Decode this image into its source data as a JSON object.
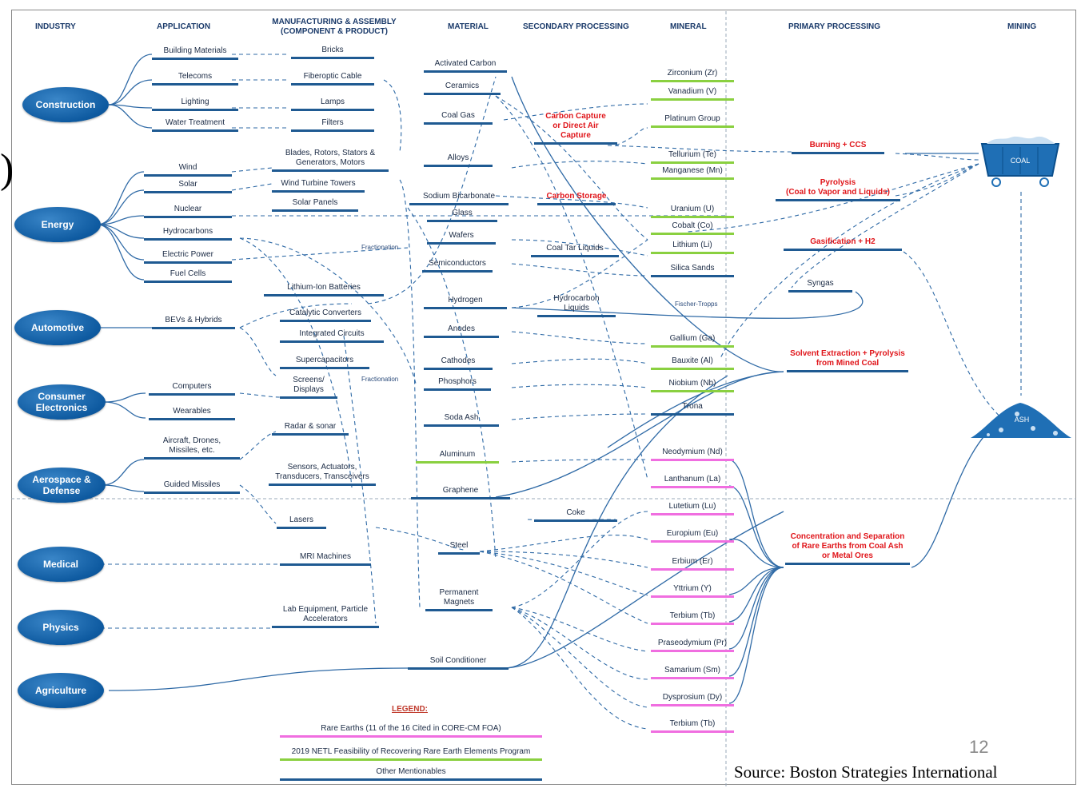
{
  "headers": {
    "industry": "INDUSTRY",
    "application": "APPLICATION",
    "manufacturing": "MANUFACTURING & ASSEMBLY\n(COMPONENT & PRODUCT)",
    "material": "MATERIAL",
    "secondary": "SECONDARY PROCESSING",
    "mineral": "MINERAL",
    "primary": "PRIMARY PROCESSING",
    "mining": "MINING"
  },
  "industries": {
    "construction": "Construction",
    "energy": "Energy",
    "automotive": "Automotive",
    "consumer": "Consumer Electronics",
    "aerospace": "Aerospace & Defense",
    "medical": "Medical",
    "physics": "Physics",
    "agriculture": "Agriculture"
  },
  "applications": {
    "building_materials": "Building Materials",
    "telecoms": "Telecoms",
    "lighting": "Lighting",
    "water_treatment": "Water Treatment",
    "wind": "Wind",
    "solar": "Solar",
    "nuclear": "Nuclear",
    "hydrocarbons": "Hydrocarbons",
    "electric_power": "Electric Power",
    "fuel_cells": "Fuel Cells",
    "bevs": "BEVs & Hybrids",
    "computers": "Computers",
    "wearables": "Wearables",
    "aircraft": "Aircraft, Drones,\nMissiles, etc.",
    "guided_missiles": "Guided Missiles"
  },
  "manufacturing": {
    "bricks": "Bricks",
    "fiberoptic": "Fiberoptic Cable",
    "lamps": "Lamps",
    "filters": "Filters",
    "blades": "Blades, Rotors, Stators  &\nGenerators, Motors",
    "towers": "Wind Turbine Towers",
    "solar_panels": "Solar Panels",
    "li_batteries": "Lithium-Ion Batteries",
    "catalytic": "Catalytic Converters",
    "ics": "Integrated Circuits",
    "supercaps": "Supercapacitors",
    "screens": "Screens/\nDisplays",
    "radar": "Radar & sonar",
    "sensors": "Sensors, Actuators,\nTransducers, Transceivers",
    "lasers": "Lasers",
    "mri": "MRI Machines",
    "lab": "Lab Equipment, Particle\nAccelerators"
  },
  "materials": {
    "activated_carbon": "Activated Carbon",
    "ceramics": "Ceramics",
    "coal_gas": "Coal Gas",
    "alloys": "Alloys",
    "sodium_bicarbonate": "Sodium Bicarbonate",
    "glass": "Glass",
    "wafers": "Wafers",
    "semiconductors": "Semiconductors",
    "hydrogen": "Hydrogen",
    "anodes": "Anodes",
    "cathodes": "Cathodes",
    "phosphors": "Phosphors",
    "soda_ash": "Soda Ash",
    "aluminum": "Aluminum",
    "graphene": "Graphene",
    "steel": "Steel",
    "magnets": "Permanent\nMagnets",
    "soil": "Soil Conditioner"
  },
  "secondary": {
    "carbon_capture": "Carbon Capture\nor Direct Air\nCapture",
    "carbon_storage": "Carbon Storage",
    "coal_tar": "Coal Tar Liquids",
    "hc_liquids": "Hydrocarbon\nLiquids",
    "coke": "Coke"
  },
  "minerals": {
    "zr": "Zirconium (Zr)",
    "v": "Vanadium (V)",
    "pgm": "Platinum Group",
    "te": "Tellurium (Te)",
    "mn": "Manganese (Mn)",
    "u": "Uranium (U)",
    "co": "Cobalt (Co)",
    "li": "Lithium (Li)",
    "silica": "Silica Sands",
    "ga": "Gallium (Ga)",
    "al": "Bauxite (Al)",
    "nb": "Niobium (Nb)",
    "trona": "Trona",
    "nd": "Neodymium (Nd)",
    "la": "Lanthanum (La)",
    "lu": "Lutetium (Lu)",
    "eu": "Europium (Eu)",
    "er": "Erbium (Er)",
    "y": "Yttrium (Y)",
    "tb": "Terbium (Tb)",
    "pr": "Praseodymium (Pr)",
    "sm": "Samarium (Sm)",
    "dy": "Dysprosium (Dy)",
    "tb2": "Terbium (Tb)"
  },
  "primary": {
    "burning": "Burning + CCS",
    "pyrolysis": "Pyrolysis\n(Coal to Vapor and Liquids)",
    "gasification": "Gasification + H2",
    "syngas": "Syngas",
    "solvent": "Solvent Extraction + Pyrolysis\nfrom Mined Coal",
    "concentration": "Concentration and Separation\nof Rare Earths from Coal Ash\nor Metal Ores"
  },
  "notes": {
    "fractionation1": "Fractionation",
    "fractionation2": "Fractionation",
    "fischer": "Fischer-Tropps"
  },
  "mining": {
    "coal_label": "COAL",
    "ash_label": "ASH"
  },
  "legend": {
    "title": "LEGEND:",
    "rare_earths": "Rare Earths (11 of the 16 Cited in CORE-CM FOA)",
    "netl": "2019 NETL Feasibility of Recovering Rare Earth Elements Program",
    "other": "Other Mentionables"
  },
  "colors": {
    "line": "#2f6aa6",
    "bar": "#1f5a92",
    "pink": "#f06ee0",
    "green": "#8ad040",
    "red": "#e0161b",
    "industry": "#0e5aa0"
  },
  "footer": {
    "page_number": "12",
    "source": "Source: Boston Strategies International",
    "paren": ")"
  }
}
